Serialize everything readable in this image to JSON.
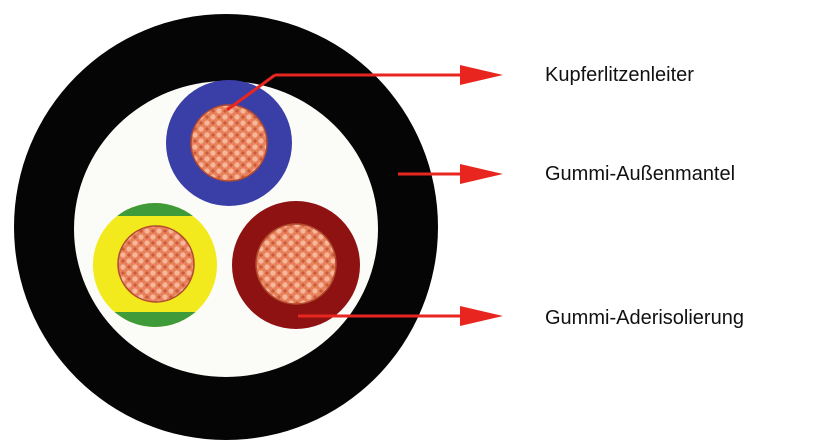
{
  "labels": {
    "conductor": "Kupferlitzenleiter",
    "outer_sheath": "Gummi-Außenmantel",
    "core_insulation": "Gummi-Aderisolierung"
  },
  "colors": {
    "outer_sheath": "#050505",
    "filler": "#fbfbf8",
    "core_blue": "#3a3fa8",
    "core_brown": "#8e1212",
    "core_yellow": "#f2ea1c",
    "core_green": "#3f9a3a",
    "copper": "#e8825d",
    "arrow": "#e8261f"
  }
}
